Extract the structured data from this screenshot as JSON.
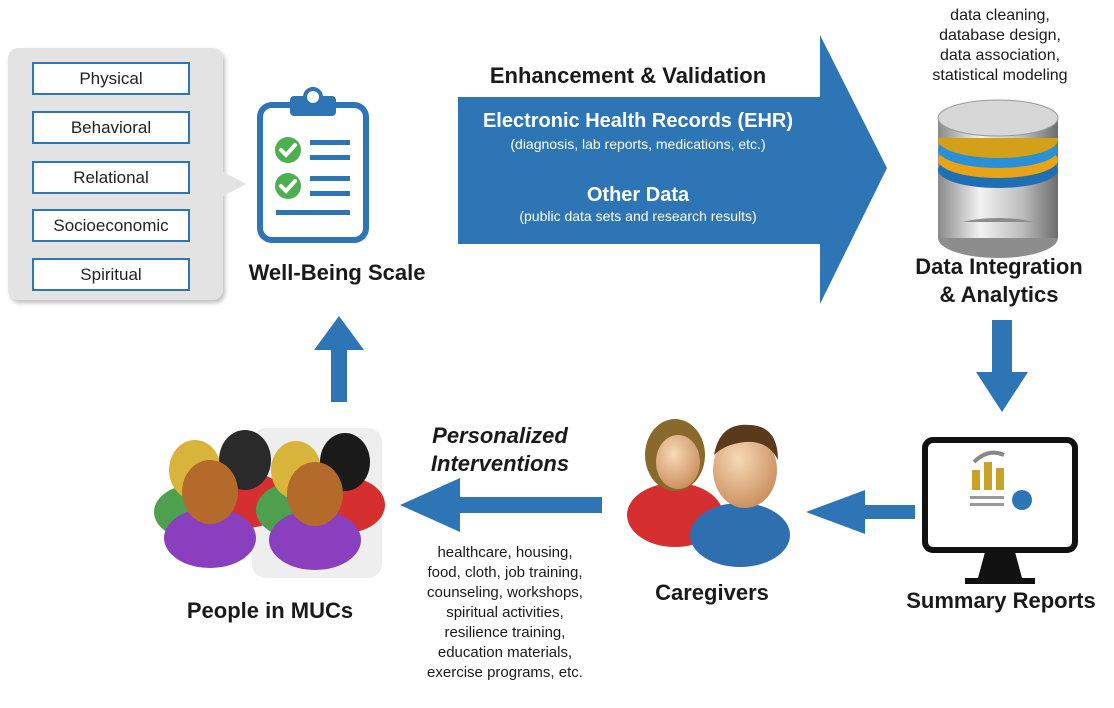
{
  "scale_dimensions": [
    "Physical",
    "Behavioral",
    "Relational",
    "Socioeconomic",
    "Spiritual"
  ],
  "well_being_label": "Well-Being Scale",
  "enhancement_label": "Enhancement & Validation",
  "ehr": {
    "title": "Electronic Health Records (EHR)",
    "subtitle": "(diagnosis, lab reports, medications, etc.)"
  },
  "other_data": {
    "title": "Other Data",
    "subtitle": "(public data sets and research results)"
  },
  "analytics_tasks": [
    "data cleaning,",
    "database design,",
    "data association,",
    "statistical modeling"
  ],
  "data_integration_label": [
    "Data Integration",
    "& Analytics"
  ],
  "summary_reports_label": "Summary Reports",
  "caregivers_label": "Caregivers",
  "personalized_label": [
    "Personalized",
    "Interventions"
  ],
  "interventions_list": [
    "healthcare, housing,",
    "food, cloth, job training,",
    "counseling, workshops,",
    "spiritual activities,",
    "resilience training,",
    "education materials,",
    "exercise programs, etc."
  ],
  "people_label": "People in MUCs",
  "colors": {
    "arrow": "#2e75b6",
    "box_border": "#2e75b6",
    "panel": "#e3e3e3"
  }
}
